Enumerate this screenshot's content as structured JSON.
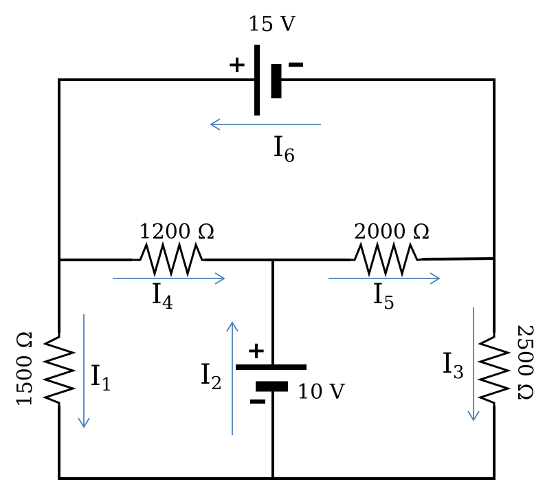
{
  "sources": {
    "top": {
      "voltage": "15 V",
      "plus": "+",
      "minus": "-"
    },
    "middle": {
      "voltage": "10 V",
      "plus": "+",
      "minus": "-"
    }
  },
  "resistors": {
    "r_left": "1500 Ω",
    "r_top_left": "1200 Ω",
    "r_top_right": "2000 Ω",
    "r_right": "2500 Ω"
  },
  "currents": {
    "i1": {
      "letter": "I",
      "index": "1"
    },
    "i2": {
      "letter": "I",
      "index": "2"
    },
    "i3": {
      "letter": "I",
      "index": "3"
    },
    "i4": {
      "letter": "I",
      "index": "4"
    },
    "i5": {
      "letter": "I",
      "index": "5"
    },
    "i6": {
      "letter": "I",
      "index": "6"
    }
  },
  "colors": {
    "wire": "#000000",
    "current_arrow": "#4a7fbf"
  }
}
